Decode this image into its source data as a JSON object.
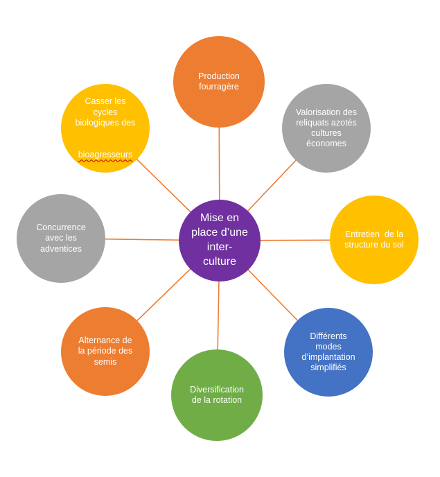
{
  "diagram": {
    "title": "Mise en place d'une inter-culture - radial diagram",
    "background_color": "#FFFFFF",
    "text_color": "#FFFFFF",
    "connector_color": "#ED7D31",
    "center": {
      "label": "Mise en\nplace d’une\ninter-\nculture",
      "color": "#7030A0"
    },
    "nodes": [
      {
        "id": "production-fourragere",
        "label": "Production\nfourragère",
        "color": "#ED7D31"
      },
      {
        "id": "valorisation-reliquats",
        "label": "Valorisation des\nreliquats azotés\ncultures\néconomes",
        "color": "#A5A5A5"
      },
      {
        "id": "entretien-structure-sol",
        "label": "Entretien  de la\nstructure du sol",
        "color": "#FFC000"
      },
      {
        "id": "modes-implantation",
        "label": "Différents\nmodes\nd’implantation\nsimplifiés",
        "color": "#4472C4"
      },
      {
        "id": "diversification-rotation",
        "label": "Diversification\nde la rotation",
        "color": "#70AD47"
      },
      {
        "id": "alternance-semis",
        "label": "Alternance de\nla période des\nsemis",
        "color": "#ED7D31"
      },
      {
        "id": "concurrence-adventices",
        "label": "Concurrence\navec les\nadventices",
        "color": "#A5A5A5"
      },
      {
        "id": "casser-cycles",
        "label_main": "Casser les\ncycles\nbiologiques des",
        "label_underlined": "bioagresseurs",
        "underline_color": "#C00000",
        "color": "#FFC000"
      }
    ]
  }
}
